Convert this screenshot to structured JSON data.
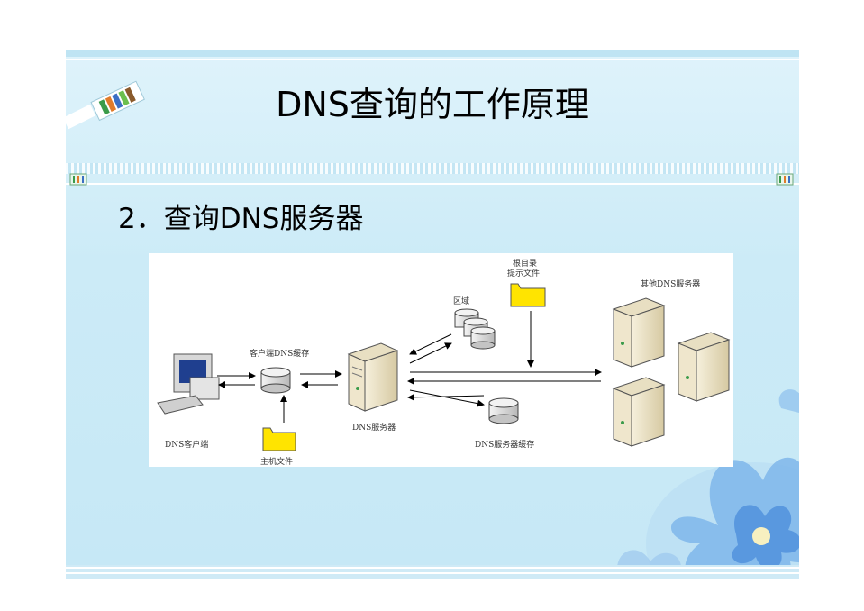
{
  "slide": {
    "title": "DNS查询的工作原理",
    "subtitle": "2．查询DNS服务器"
  },
  "diagram": {
    "labels": {
      "client": "DNS客户端",
      "client_cache": "客户端DNS缓存",
      "hosts_file": "主机文件",
      "dns_server": "DNS服务器",
      "zone": "区域",
      "root_hints_line1": "根目录",
      "root_hints_line2": "提示文件",
      "server_cache": "DNS服务器缓存",
      "other_servers": "其他DNS服务器"
    }
  },
  "colors": {
    "folder": "#ffe400",
    "server_body": "#efe6cc",
    "slide_bg": "#cdebf7"
  }
}
